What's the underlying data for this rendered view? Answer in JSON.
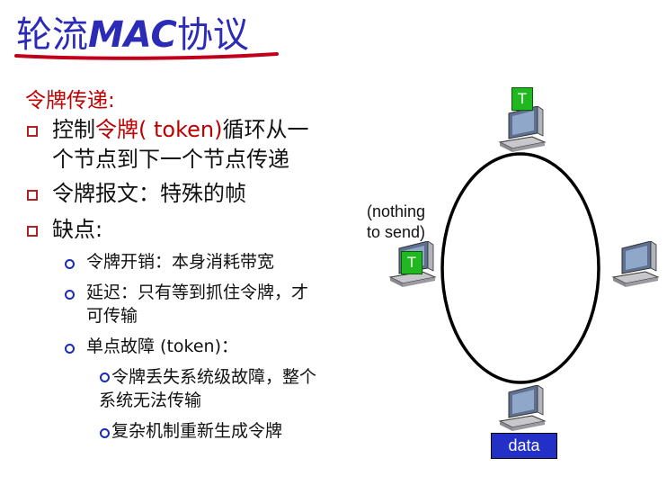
{
  "title": {
    "part1": "轮流",
    "part2": "MAC",
    "part3": "协议"
  },
  "subtitle": "令牌传递:",
  "bullets": {
    "b1_line1_a": "控制",
    "b1_line1_b": "令牌( token)",
    "b1_line1_c": "循环从一",
    "b1_line2": "个节点到下一个节点传递",
    "b2": "令牌报文：特殊的帧",
    "b3": "缺点:"
  },
  "sub_bullets": {
    "s1": "令牌开销：本身消耗带宽",
    "s2_line1": "延迟：只有等到抓住令牌，才",
    "s2_line2": "可传输",
    "s3": "单点故障 (token)：",
    "ss1_line1": "令牌丢失系统级故障，整个",
    "ss1_line2": "系统无法传输",
    "ss2": "复杂机制重新生成令牌"
  },
  "diagram": {
    "note_line1": "(nothing",
    "note_line2": "to send)",
    "token_top": "T",
    "token_left": "T",
    "data_label": "data"
  },
  "colors": {
    "title": "#2b2bb8",
    "accent_red": "#c00000",
    "token_green": "#1fb81f",
    "data_blue": "#2330c8"
  }
}
